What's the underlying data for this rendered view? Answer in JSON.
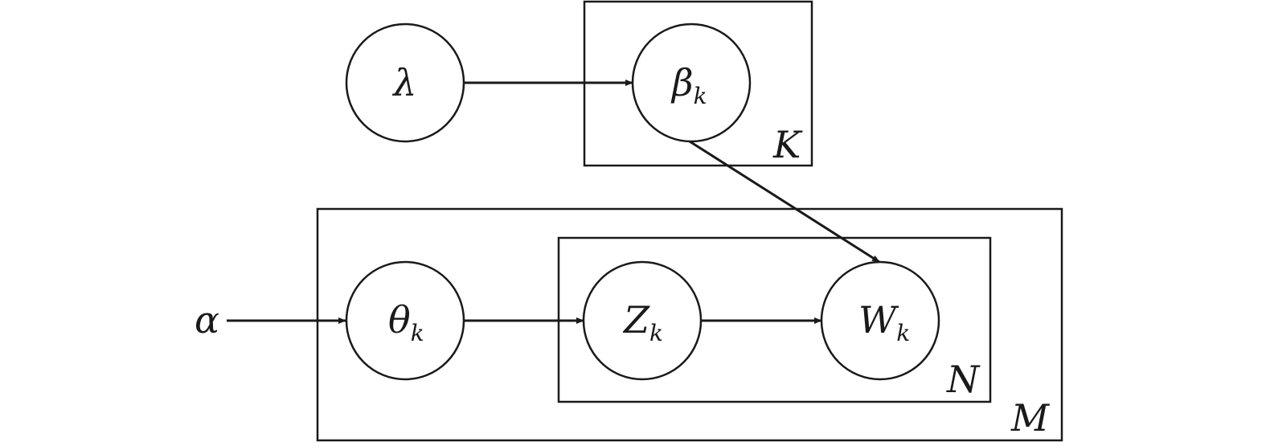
{
  "nodes": {
    "lambda": {
      "symbol": "λ",
      "subscript": ""
    },
    "beta": {
      "symbol": "β",
      "subscript": "k"
    },
    "theta": {
      "symbol": "θ",
      "subscript": "k"
    },
    "z": {
      "symbol": "Z",
      "subscript": "k"
    },
    "w": {
      "symbol": "W",
      "subscript": "k"
    }
  },
  "inputs": {
    "alpha": {
      "symbol": "α"
    }
  },
  "plates": {
    "k": {
      "label": "K"
    },
    "m": {
      "label": "M"
    },
    "n": {
      "label": "N"
    }
  },
  "edges": [
    {
      "from": "lambda",
      "to": "beta"
    },
    {
      "from": "beta",
      "to": "w"
    },
    {
      "from": "alpha",
      "to": "theta"
    },
    {
      "from": "theta",
      "to": "z"
    },
    {
      "from": "z",
      "to": "w"
    }
  ]
}
